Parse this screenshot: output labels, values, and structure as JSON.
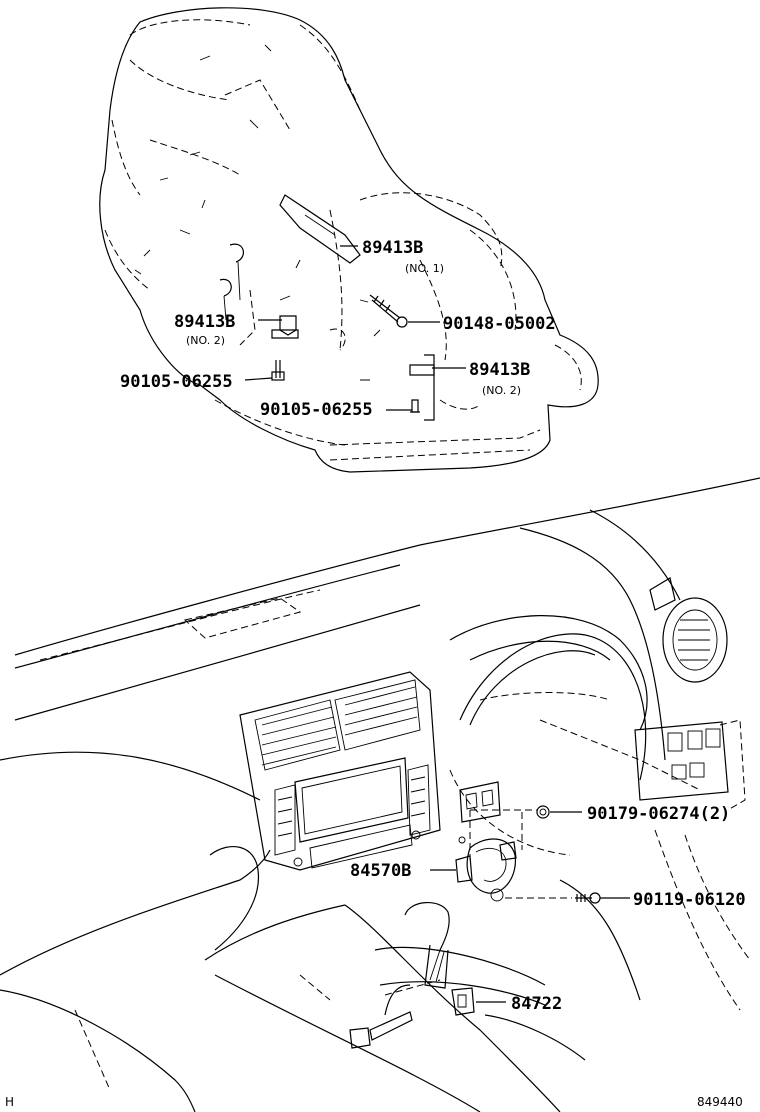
{
  "labels": {
    "p1": "89413B",
    "p1_sub": "(NO. 1)",
    "p2": "90148-05002",
    "p3": "89413B",
    "p3_sub": "(NO. 2)",
    "p4": "89413B",
    "p4_sub": "(NO. 2)",
    "p5": "90105-06255",
    "p6": "90105-06255",
    "p7": "90179-06274(2)",
    "p8": "84570B",
    "p9": "90119-06120",
    "p10": "84722"
  },
  "corner_left": "H",
  "figure_id": "849440"
}
